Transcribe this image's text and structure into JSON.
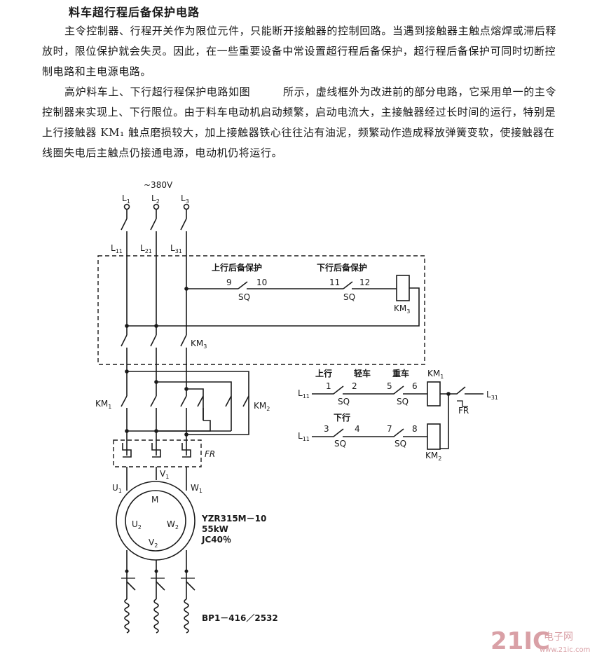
{
  "heading": "料车超行程后备保护电路",
  "paragraphs": [
    "主令控制器、行程开关作为限位元件，只能断开接触器的控制回路。当遇到接触器主触点熔焊或滞后释放时，限位保护就会失灵。因此，在一些重要设备中常设置超行程后备保护，超行程后备保护可同时切断控制电路和主电源电路。",
    "高炉料车上、下行超行程保护电路如图　　　所示，虚线框外为改进前的部分电路，它采用单一的主令控制器来实现上、下行限位。由于料车电动机启动频繁，启动电流大，主接触器经过长时间的运行，特别是上行接触器 KM₁ 触点磨损较大，加上接触器铁心往往沾有油泥，频繁动作造成释放弹簧变软，使接触器在线圈失电后主触点仍接通电源，电动机仍将运行。"
  ],
  "diagram": {
    "supply": "~380V",
    "phases": [
      "L",
      "L",
      "L"
    ],
    "phase_subs": [
      "1",
      "2",
      "3"
    ],
    "branch": "L",
    "branch_subs": [
      "11",
      "21",
      "31"
    ],
    "up_backup": "上行后备保护",
    "down_backup": "下行后备保护",
    "sq": "SQ",
    "contacts": [
      "9",
      "10",
      "11",
      "12",
      "1",
      "2",
      "5",
      "6",
      "3",
      "4",
      "7",
      "8"
    ],
    "km": "KM",
    "km_subs": [
      "1",
      "2",
      "3"
    ],
    "fr": "FR",
    "motor": "M",
    "terminals": [
      "U",
      "V",
      "W"
    ],
    "terminal_subs": [
      "1",
      "2"
    ],
    "motor_model": "YZR315M－10",
    "motor_power": "55kW",
    "motor_duty": "JC40％",
    "resistor": "BP1－416／2532",
    "up_label": "上行",
    "light_label": "轻车",
    "heavy_label": "重车",
    "down_label": "下行"
  },
  "watermark": {
    "brand": "21IC",
    "cn": "电子网",
    "url": "www.21ic.com"
  }
}
